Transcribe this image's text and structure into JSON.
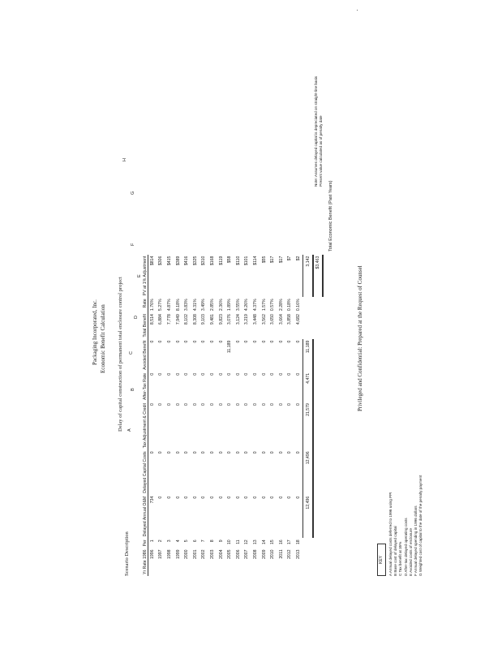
{
  "header": {
    "company": "Packaging Incorporated, Inc.",
    "schedule": "Economic Benefit Calculation",
    "caption": "Delay of capital construction of permanent total enclosure control project",
    "scenario": "Scenario Description"
  },
  "columns": {
    "letters": [
      "A",
      "B",
      "C",
      "D",
      "E",
      "F",
      "G",
      "H"
    ],
    "headers": [
      "Yr Rate 1986",
      "Per",
      "Delayed Annual O&M",
      "Delayed Capital Costs",
      "Tax Adjustment & Credit",
      "After-Tax Rate",
      "Avoided Benefit",
      "Total Benefit",
      "Rate",
      "PV at 1% Adjustment"
    ]
  },
  "rows": [
    [
      "1996",
      "1",
      "734",
      "0",
      "0",
      "0",
      "0",
      "8,514",
      "1.76%",
      "$814"
    ],
    [
      "1997",
      "2",
      "0",
      "0",
      "0",
      "0",
      "0",
      "6,884",
      "5.27%",
      "$306"
    ],
    [
      "1998",
      "3",
      "0",
      "0",
      "0",
      "0",
      "0",
      "7,778",
      "4.87%",
      "$415"
    ],
    [
      "1999",
      "4",
      "0",
      "0",
      "0",
      "0",
      "0",
      "7,949",
      "8.18%",
      "$389"
    ],
    [
      "2000",
      "5",
      "0",
      "0",
      "0",
      "0",
      "0",
      "8,102",
      "3.83%",
      "$416"
    ],
    [
      "2001",
      "6",
      "0",
      "0",
      "0",
      "0",
      "0",
      "8,308",
      "4.31%",
      "$325"
    ],
    [
      "2002",
      "7",
      "0",
      "0",
      "0",
      "0",
      "0",
      "9,103",
      "3.49%",
      "$310"
    ],
    [
      "2003",
      "8",
      "0",
      "0",
      "0",
      "0",
      "0",
      "9,481",
      "2.85%",
      "$168"
    ],
    [
      "2004",
      "9",
      "0",
      "0",
      "0",
      "0",
      "0",
      "9,823",
      "2.36%",
      "$119"
    ],
    [
      "2005",
      "10",
      "0",
      "0",
      "0",
      "0",
      "11,189",
      "3,076",
      "1.89%",
      "$58"
    ],
    [
      "2006",
      "11",
      "0",
      "0",
      "0",
      "0",
      "0",
      "3,124",
      "3.55%",
      "$110"
    ],
    [
      "2007",
      "12",
      "0",
      "0",
      "0",
      "0",
      "0",
      "3,219",
      "4.26%",
      "$101"
    ],
    [
      "2008",
      "13",
      "0",
      "0",
      "0",
      "0",
      "0",
      "3,448",
      "4.37%",
      "$114"
    ],
    [
      "2009",
      "14",
      "0",
      "0",
      "0",
      "0",
      "0",
      "3,562",
      "1.57%",
      "$55"
    ],
    [
      "2010",
      "15",
      "0",
      "0",
      "0",
      "0",
      "0",
      "3,650",
      "0.57%",
      "$17"
    ],
    [
      "2011",
      "16",
      "0",
      "0",
      "0",
      "0",
      "0",
      "3,664",
      "2.28%",
      "$17"
    ],
    [
      "2012",
      "17",
      "0",
      "0",
      "0",
      "0",
      "0",
      "3,858",
      "0.18%",
      "$7"
    ],
    [
      "2013",
      "18",
      "0",
      "0",
      "0",
      "0",
      "0",
      "4,682",
      "0.16%",
      "$2"
    ]
  ],
  "totals": [
    "",
    "",
    "12,496",
    "12,496",
    "21,579",
    "4,471",
    "11,189",
    "",
    "",
    "3,142"
  ],
  "grand_total": "$3,463",
  "footer": {
    "grand_total_label": "Total Economic Benefit (Past Years)",
    "confidential": "Privileged and Confidential: Prepared at the Request of Counsel"
  },
  "key": {
    "title": "KEY",
    "notes": [
      "A  Annual delayed costs deferred to 1996 using PPI",
      "B  Base cost of delayed capital",
      "C  Tax benefit at 35%",
      "D  After-tax delayed operating costs",
      "E  Avoided costs of enclosure",
      "F  Annual delayed spending in 1996 dollars",
      "G  Weighted cost of capital to the date of the penalty payment"
    ],
    "side_notes": [
      "Note: Assumes delayed capital is depreciated on straight-line basis",
      "Present value calculated as of penalty date"
    ]
  }
}
